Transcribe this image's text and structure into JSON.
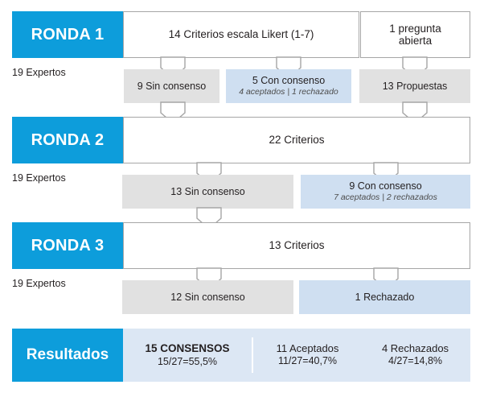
{
  "colors": {
    "brand_blue": "#0d9ddb",
    "light_blue_fill": "#cfdff1",
    "gray_fill": "#e1e1e1",
    "results_strip_fill": "#dce7f4",
    "box_border": "#a6a6a6",
    "arrow_stroke": "#a6a6a6",
    "text": "#231f20"
  },
  "rounds": [
    {
      "label": "RONDA 1",
      "experts": "19 Expertos",
      "criteria_boxes": [
        {
          "text": "14 Criterios escala Likert (1-7)"
        },
        {
          "text": "1 pregunta\nabierta",
          "line1": "1 pregunta",
          "line2": "abierta"
        }
      ],
      "outcomes": [
        {
          "style": "gray",
          "main": "9 Sin consenso",
          "sub": ""
        },
        {
          "style": "lblue",
          "main": "5 Con consenso",
          "sub": "4 aceptados | 1 rechazado"
        },
        {
          "style": "gray",
          "main": "13 Propuestas",
          "sub": ""
        }
      ]
    },
    {
      "label": "RONDA 2",
      "experts": "19 Expertos",
      "criteria_boxes": [
        {
          "text": "22 Criterios"
        }
      ],
      "outcomes": [
        {
          "style": "gray",
          "main": "13 Sin consenso",
          "sub": ""
        },
        {
          "style": "lblue",
          "main": "9 Con consenso",
          "sub": "7 aceptados | 2 rechazados"
        }
      ]
    },
    {
      "label": "RONDA 3",
      "experts": "19 Expertos",
      "criteria_boxes": [
        {
          "text": "13 Criterios"
        }
      ],
      "outcomes": [
        {
          "style": "gray",
          "main": "12 Sin consenso",
          "sub": ""
        },
        {
          "style": "lblue",
          "main": "1 Rechazado",
          "sub": ""
        }
      ]
    }
  ],
  "results": {
    "label": "Resultados",
    "cells": [
      {
        "t1": "15 CONSENSOS",
        "t2": "15/27=55,5%",
        "emphasis": true
      },
      {
        "t1": "11 Aceptados",
        "t2": "11/27=40,7%",
        "emphasis": false
      },
      {
        "t1": "4 Rechazados",
        "t2": "4/27=14,8%",
        "emphasis": false
      }
    ]
  }
}
